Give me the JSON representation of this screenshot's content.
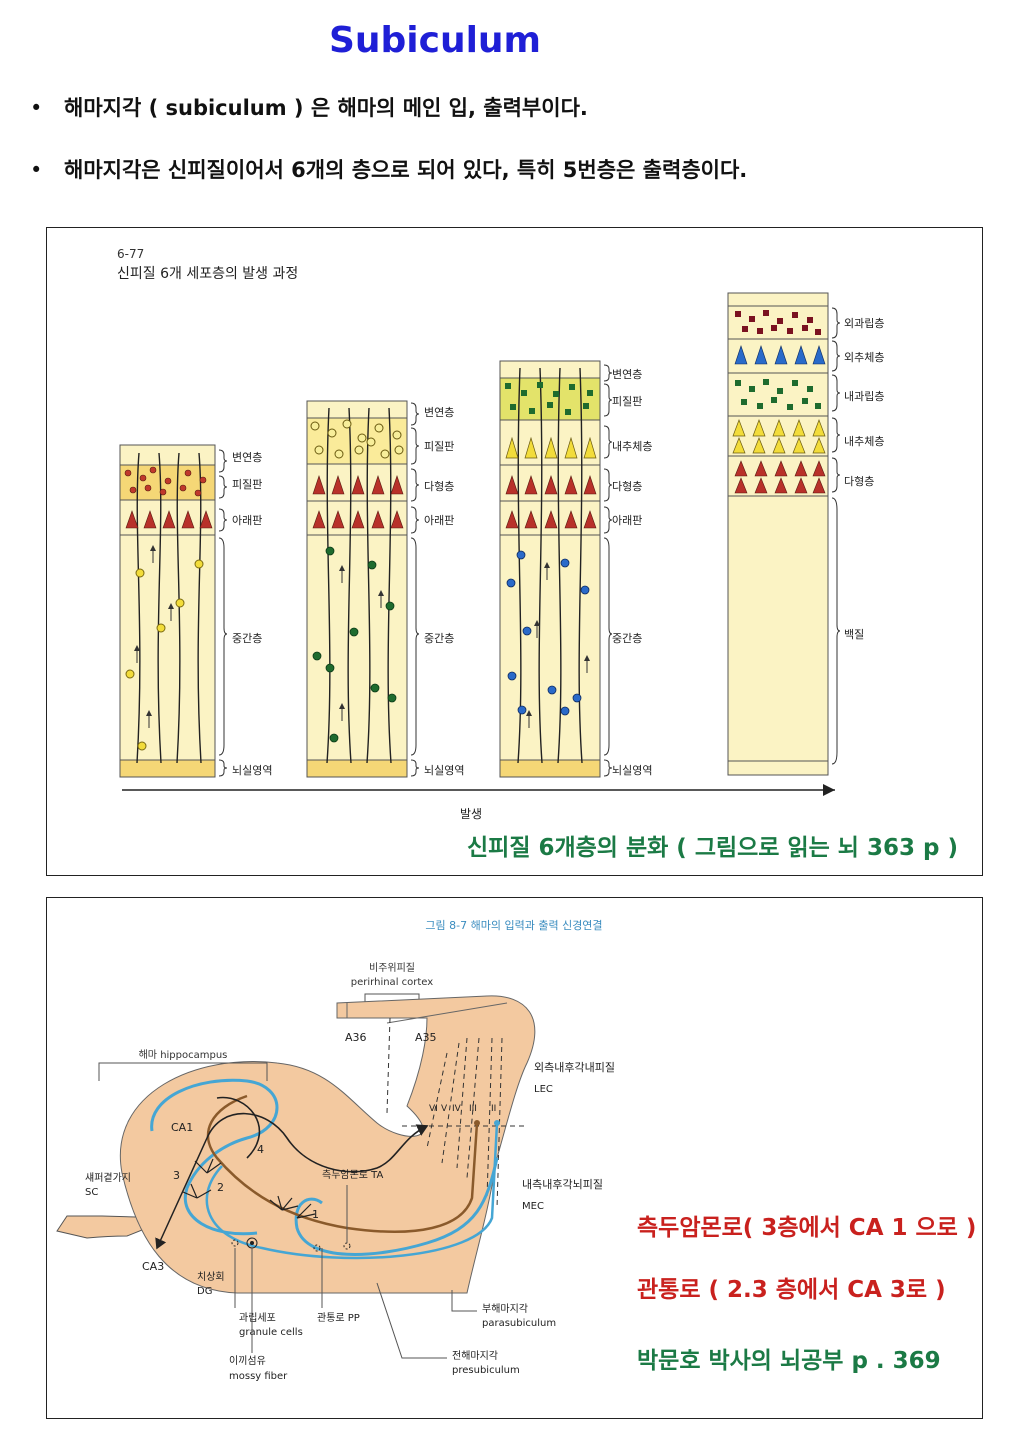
{
  "page": {
    "title": "Subiculum",
    "bullets": [
      "해마지각 ( subiculum ) 은 해마의 메인 입, 출력부이다.",
      "해마지각은 신피질이어서 6개의 층으로 되어 있다, 특히 5번층은 출력층이다."
    ],
    "bullet_marker": "•"
  },
  "fig1": {
    "number": "6-77",
    "title": "신피질 6개 세포층의 발생 과정",
    "axis_label": "발생",
    "caption": "신피질 6개층의 분화 ( 그림으로 읽는 뇌 363 p  )",
    "col1_labels": [
      "변연층",
      "피질판",
      "아래판",
      "중간층",
      "뇌실영역"
    ],
    "col2_labels": [
      "변연층",
      "피질판",
      "다형층",
      "아래판",
      "중간층",
      "뇌실영역"
    ],
    "col3_labels": [
      "변연층",
      "피질판",
      "내추체층",
      "다형층",
      "아래판",
      "중간층",
      "뇌실영역"
    ],
    "col4_labels": [
      "외과립층",
      "외추체층",
      "내과립층",
      "내추체층",
      "다형층",
      "백질"
    ]
  },
  "fig2": {
    "title": "그림 8-7 해마의 입력과 출력 신경연결",
    "perirhinal_ko": "비주위피질",
    "perirhinal_en": "perirhinal cortex",
    "a36": "A36",
    "a35": "A35",
    "hippo_label": "해마  hippocampus",
    "lec_ko": "외측내후각내피질",
    "lec_en": "LEC",
    "mec_ko": "내측내후각뇌피질",
    "mec_en": "MEC",
    "layers": [
      "VI",
      "V",
      "IV",
      "III",
      "II"
    ],
    "ca1": "CA1",
    "ca3": "CA3",
    "sc_ko": "섀퍼곁가지",
    "sc_en": "SC",
    "dg_ko": "치상회",
    "dg_en": "DG",
    "ta": "측두암몬로   TA",
    "n1": "1",
    "n2": "2",
    "n3": "3",
    "n4": "4",
    "granule_ko": "과립세포",
    "granule_en": "granule cells",
    "mossy_ko": "이끼섬유",
    "mossy_en": "mossy fiber",
    "pp": "관통로   PP",
    "para_ko": "부해마지각",
    "para_en": "parasubiculum",
    "pre_ko": "전해마지각",
    "pre_en": "presubiculum",
    "note_ta": "측두암몬로( 3층에서 CA 1 으로 )",
    "note_pp": "관통로 ( 2.3 층에서 CA 3로 )",
    "caption": "박문호 박사의 뇌공부 p . 369"
  },
  "colors": {
    "title_blue": "#1f1fd6",
    "caption_green": "#1b7a45",
    "note_red": "#c9211e",
    "column_fill": "#fbf3c4",
    "tissue": "#f3c9a0",
    "fiber_blue": "#45a6d4",
    "fiber_brown": "#8a5a2b"
  }
}
